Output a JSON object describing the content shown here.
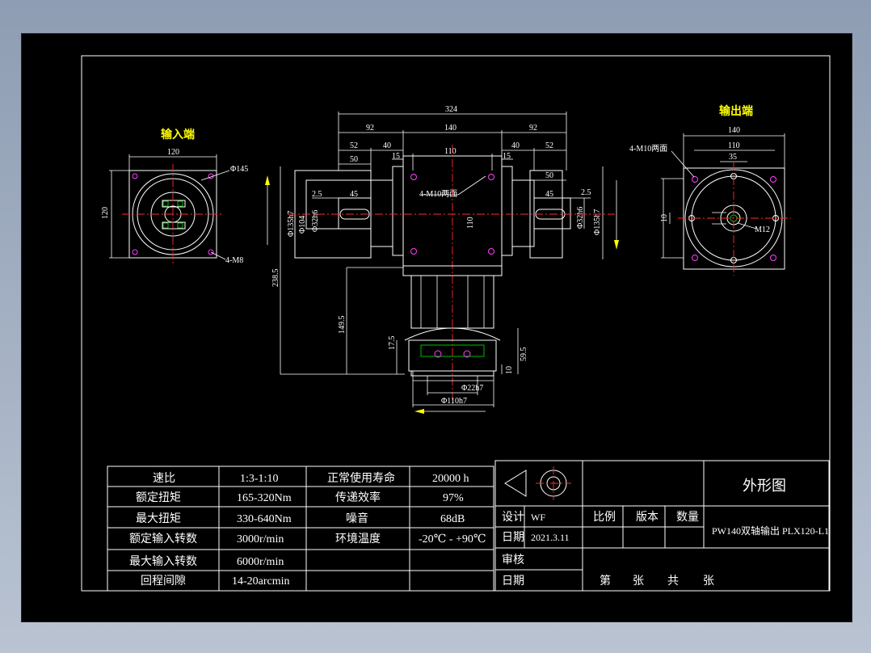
{
  "labels": {
    "input_end": "输入端",
    "output_end": "输出端"
  },
  "dims": {
    "d324": "324",
    "d92a": "92",
    "d140": "140",
    "d92b": "92",
    "d52a": "52",
    "d40a": "40",
    "d50a": "50",
    "d15a": "15",
    "d110": "110",
    "d15b": "15",
    "d40b": "40",
    "d52b": "52",
    "d50b": "50",
    "d25a": "2.5",
    "d45a": "45",
    "d45b": "45",
    "d25b": "2.5",
    "m10_mid": "4-M10两面",
    "v110": "110",
    "phi135_l": "Φ135h7",
    "phi104": "Φ104",
    "phi32_l": "Φ32h6",
    "phi32_r": "Φ32h6",
    "phi135_r": "Φ135h7",
    "d2385": "238.5",
    "d1495": "149.5",
    "d175": "17.5",
    "d595": "59.5",
    "d10": "10",
    "phi22": "Φ22h7",
    "phi110": "Φ110h7",
    "in_120w": "120",
    "in_120h": "120",
    "in_phi145": "Φ145",
    "in_4m8": "4-M8",
    "out_140": "140",
    "out_110": "110",
    "out_35": "35",
    "out_10": "10",
    "out_4m10": "4-M10两面",
    "out_m12": "M12"
  },
  "specs": [
    [
      "速比",
      "1:3-1:10",
      "正常使用寿命",
      "20000 h"
    ],
    [
      "额定扭矩",
      "165-320Nm",
      "传递效率",
      "97%"
    ],
    [
      "最大扭矩",
      "330-640Nm",
      "噪音",
      "68dB"
    ],
    [
      "额定输入转数",
      "3000r/min",
      "环境温度",
      "-20℃ - +90℃"
    ],
    [
      "最大输入转数",
      "6000r/min",
      "",
      ""
    ],
    [
      "回程间隙",
      "14-20arcmin",
      "",
      ""
    ]
  ],
  "title_block": {
    "title": "外形图",
    "designer_label": "设计",
    "designer": "WF",
    "scale_label": "比例",
    "version_label": "版本",
    "quantity_label": "数量",
    "date_label": "日期",
    "date": "2021.3.11",
    "drawing_name": "PW140双轴输出 PLX120-L1",
    "review_label": "审核",
    "date2_label": "日期",
    "sheet_di": "第",
    "sheet_zhang1": "张",
    "sheet_gong": "共",
    "sheet_zhang2": "张"
  }
}
